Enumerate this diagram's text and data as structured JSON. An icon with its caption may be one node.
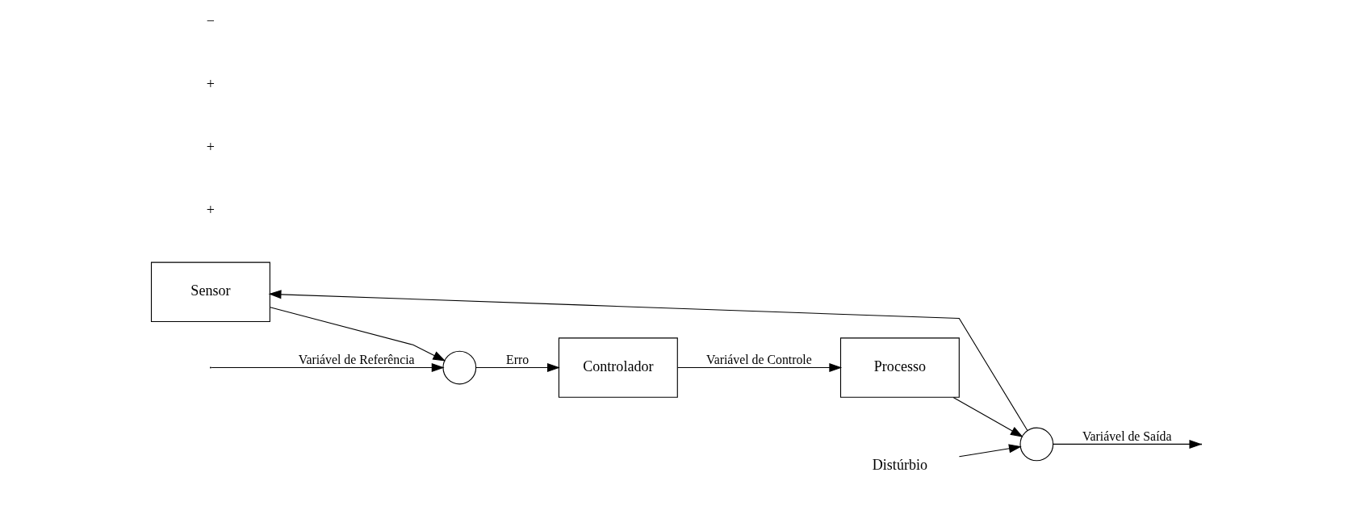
{
  "diagram": {
    "nodes": [
      {
        "text": [],
        "shape": "circle"
      },
      {
        "text": [
          "Controlador"
        ]
      },
      {
        "text": [
          "Processo"
        ]
      },
      {
        "text": [],
        "shape": "circle"
      },
      {
        "text": [
          "Sensor"
        ]
      },
      {
        "text": [
          "Distúrbio"
        ]
      }
    ],
    "edges": [
      {
        "from": null,
        "to": 0,
        "arrow": "to",
        "label": "Variável de Referência"
      },
      {
        "from": 0,
        "to": 1,
        "arrow": "to",
        "label": "Erro"
      },
      {
        "from": 1,
        "to": 2,
        "arrow": "to",
        "label": "Variável de Controle"
      },
      {
        "from": 2,
        "to": 3,
        "arrow": "to"
      },
      {
        "from": 3,
        "to": null,
        "arrow": "to",
        "label": "Variável de Saída"
      },
      {
        "from": 3,
        "to": 4,
        "arrow": "to"
      },
      {
        "from": 4,
        "to": 0,
        "arrow": "to"
      },
      {
        "from": 5,
        "to": 3,
        "arrow": "to"
      }
    ],
    "labels": [
      "+",
      "+",
      "+",
      "−"
    ]
  }
}
